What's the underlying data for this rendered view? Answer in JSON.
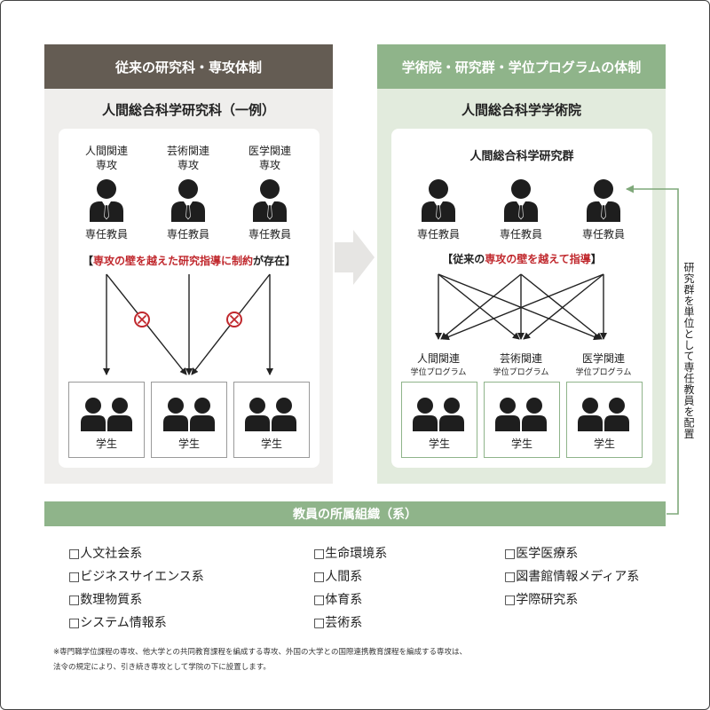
{
  "left": {
    "header": "従来の研究科・専攻体制",
    "title": "人間総合科学研究科（一例）",
    "majors": [
      {
        "line1": "人間関連",
        "line2": "専攻"
      },
      {
        "line1": "芸術関連",
        "line2": "専攻"
      },
      {
        "line1": "医学関連",
        "line2": "専攻"
      }
    ],
    "faculty_label": "専任教員",
    "constraint_pre": "【",
    "constraint_red": "専攻の壁を越えた研究指導に制約",
    "constraint_post": "が存在】",
    "student_label": "学生"
  },
  "right": {
    "header": "学術院・研究群・学位プログラムの体制",
    "title": "人間総合科学学術院",
    "subtitle": "人間総合科学研究群",
    "faculty_label": "専任教員",
    "guidance_pre": "【従来の",
    "guidance_red": "専攻の壁を越えて指導",
    "guidance_post": "】",
    "programs": [
      {
        "line1": "人間関連",
        "line2": "学位プログラム"
      },
      {
        "line1": "芸術関連",
        "line2": "学位プログラム"
      },
      {
        "line1": "医学関連",
        "line2": "学位プログラム"
      }
    ],
    "student_label": "学生"
  },
  "side_note": "研究群を単位として専任教員を配置",
  "faculty_org": {
    "header": "教員の所属組織（系）",
    "columns": [
      [
        "□人文社会系",
        "□ビジネスサイエンス系",
        "□数理物質系",
        "□システム情報系"
      ],
      [
        "□生命環境系",
        "□人間系",
        "□体育系",
        "□芸術系"
      ],
      [
        "□医学医療系",
        "□図書館情報メディア系",
        "□学際研究系"
      ]
    ]
  },
  "footnote": {
    "line1": "※専門職学位課程の専攻、他大学との共同教育課程を編成する専攻、外国の大学との国際連携教育課程を編成する専攻は、",
    "line2": "法令の規定により、引き続き専攻として学院の下に設置します。"
  },
  "colors": {
    "left_header": "#645c53",
    "right_header": "#8fb48a",
    "left_bg": "#efeeec",
    "right_bg": "#e2ebdd",
    "accent_red": "#c0282d",
    "arrow_green": "#7fa87a"
  }
}
